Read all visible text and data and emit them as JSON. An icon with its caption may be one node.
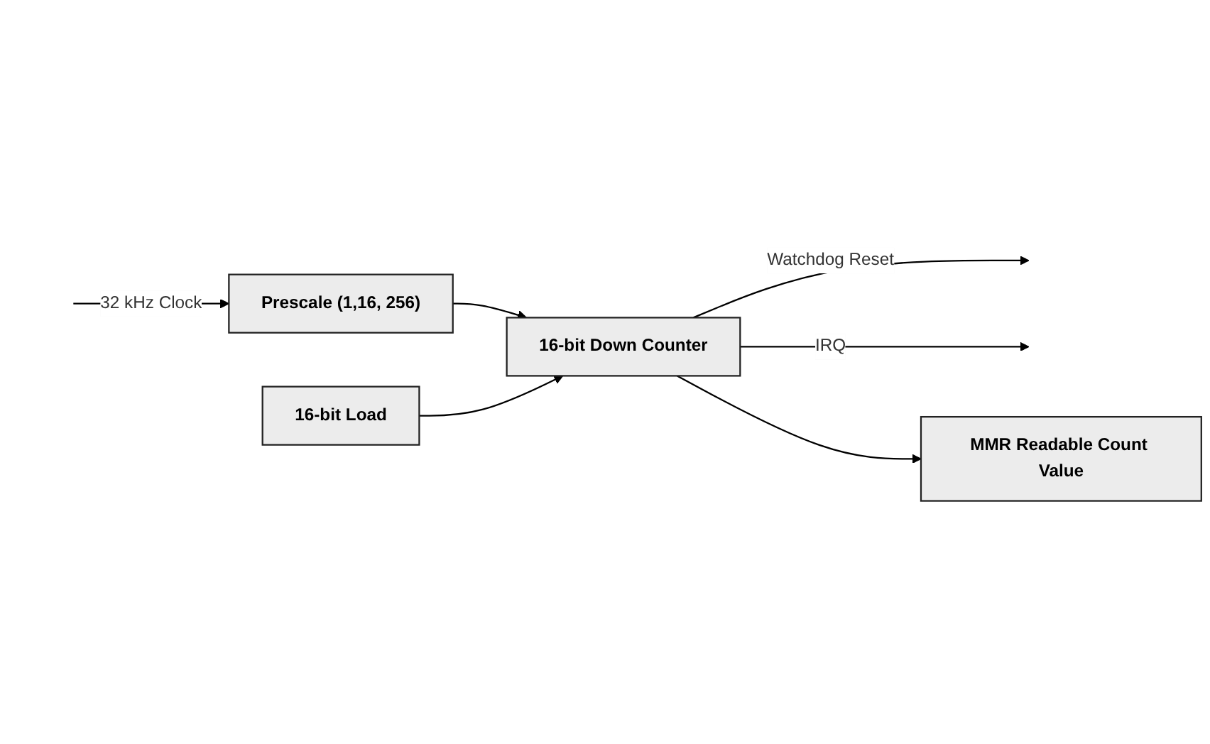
{
  "diagram": {
    "nodes": [
      {
        "text": [
          "16-bit Load"
        ]
      },
      {
        "text": [
          "Prescale (1,16, 256)"
        ]
      },
      {
        "text": [
          "16-bit Down Counter"
        ]
      },
      {
        "text": [
          "MMR Readable Count Value"
        ]
      }
    ],
    "edges": [
      {
        "from": null,
        "to": 1,
        "arrow": "to",
        "label": "32 kHz Clock"
      },
      {
        "from": 1,
        "to": 2,
        "arrow": "to"
      },
      {
        "from": 0,
        "to": 2,
        "arrow": "to"
      },
      {
        "from": 2,
        "to": null,
        "arrow": "to",
        "label": "Watchdog Reset"
      },
      {
        "from": 2,
        "to": null,
        "arrow": "to",
        "label": "IRQ"
      },
      {
        "from": 2,
        "to": 3,
        "arrow": "to"
      }
    ]
  }
}
